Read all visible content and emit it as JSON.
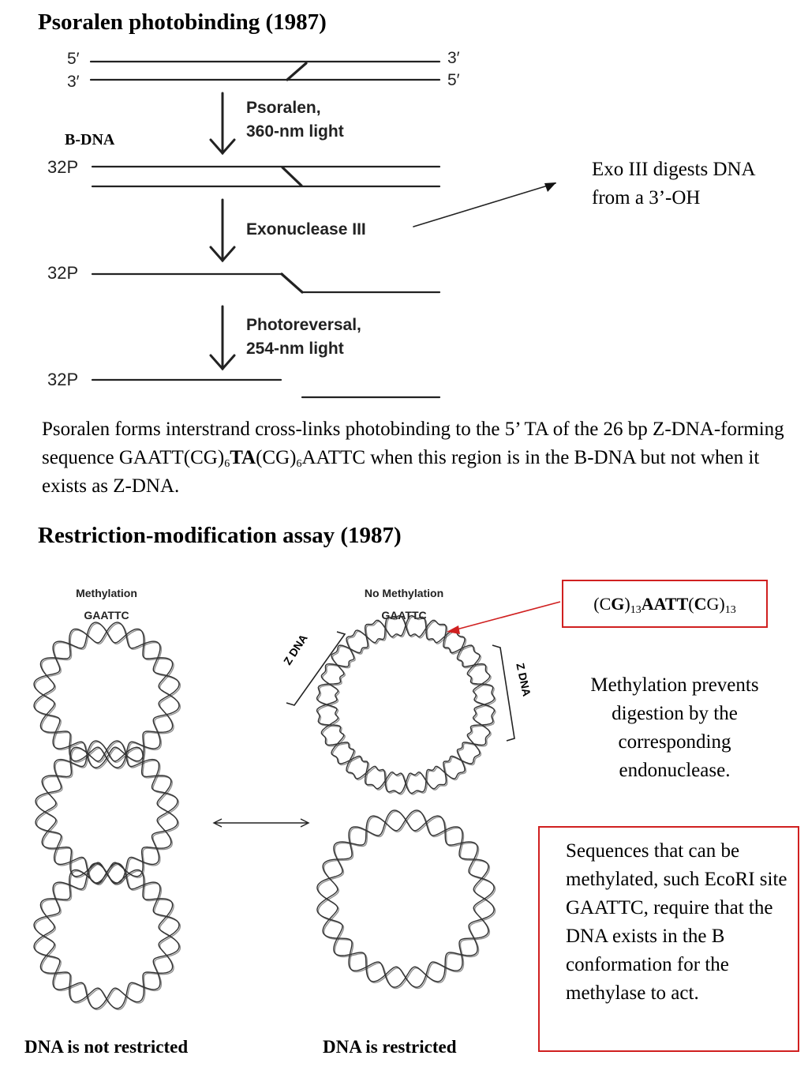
{
  "section1": {
    "title": "Psoralen photobinding (1987)",
    "end_5_top": "5′",
    "end_3_top": "3′",
    "end_3_bottom": "3′",
    "end_5_bottom": "5′",
    "bdna_label": "B-DNA",
    "p32_label": "32P",
    "step1_line1": "Psoralen,",
    "step1_line2": "360-nm light",
    "step2": "Exonuclease III",
    "step3_line1": "Photoreversal,",
    "step3_line2": "254-nm light",
    "annotation_line1": "Exo III digests DNA",
    "annotation_line2": "from a 3’-OH",
    "para_a": "Psoralen forms interstrand cross-links photobinding to the 5’ TA of the 26 bp Z-DNA-forming sequence GAATT(CG)",
    "sub_a": "6",
    "bold_ta": "TA",
    "para_b": "(CG)",
    "sub_b": "6",
    "para_c": "AATTC when this region is in the B-DNA but not when it exists as Z-DNA."
  },
  "section2": {
    "title": "Restriction-modification assay (1987)",
    "left_label_1": "Methylation",
    "left_label_2": "GAATTC",
    "right_label_1": "No Methylation",
    "right_label_2": "GAATTC",
    "zdna_label": "Z DNA",
    "seq_box": {
      "p1": "(C",
      "b1": "G",
      "p2": ")",
      "s1": "13",
      "b2": "AATT",
      "p3": "(",
      "b3": "C",
      "p4": "G)",
      "s2": "13"
    },
    "methylation_note": "Methylation prevents digestion by the corresponding endonuclease.",
    "sequences_note": "Sequences that can be methylated, such EcoRI site GAATTC, require that the DNA exists in the B conformation for the methylase to act.",
    "caption_left": "DNA is not restricted",
    "caption_right": "DNA is restricted"
  },
  "colors": {
    "red": "#d02020",
    "ink": "#222222"
  }
}
